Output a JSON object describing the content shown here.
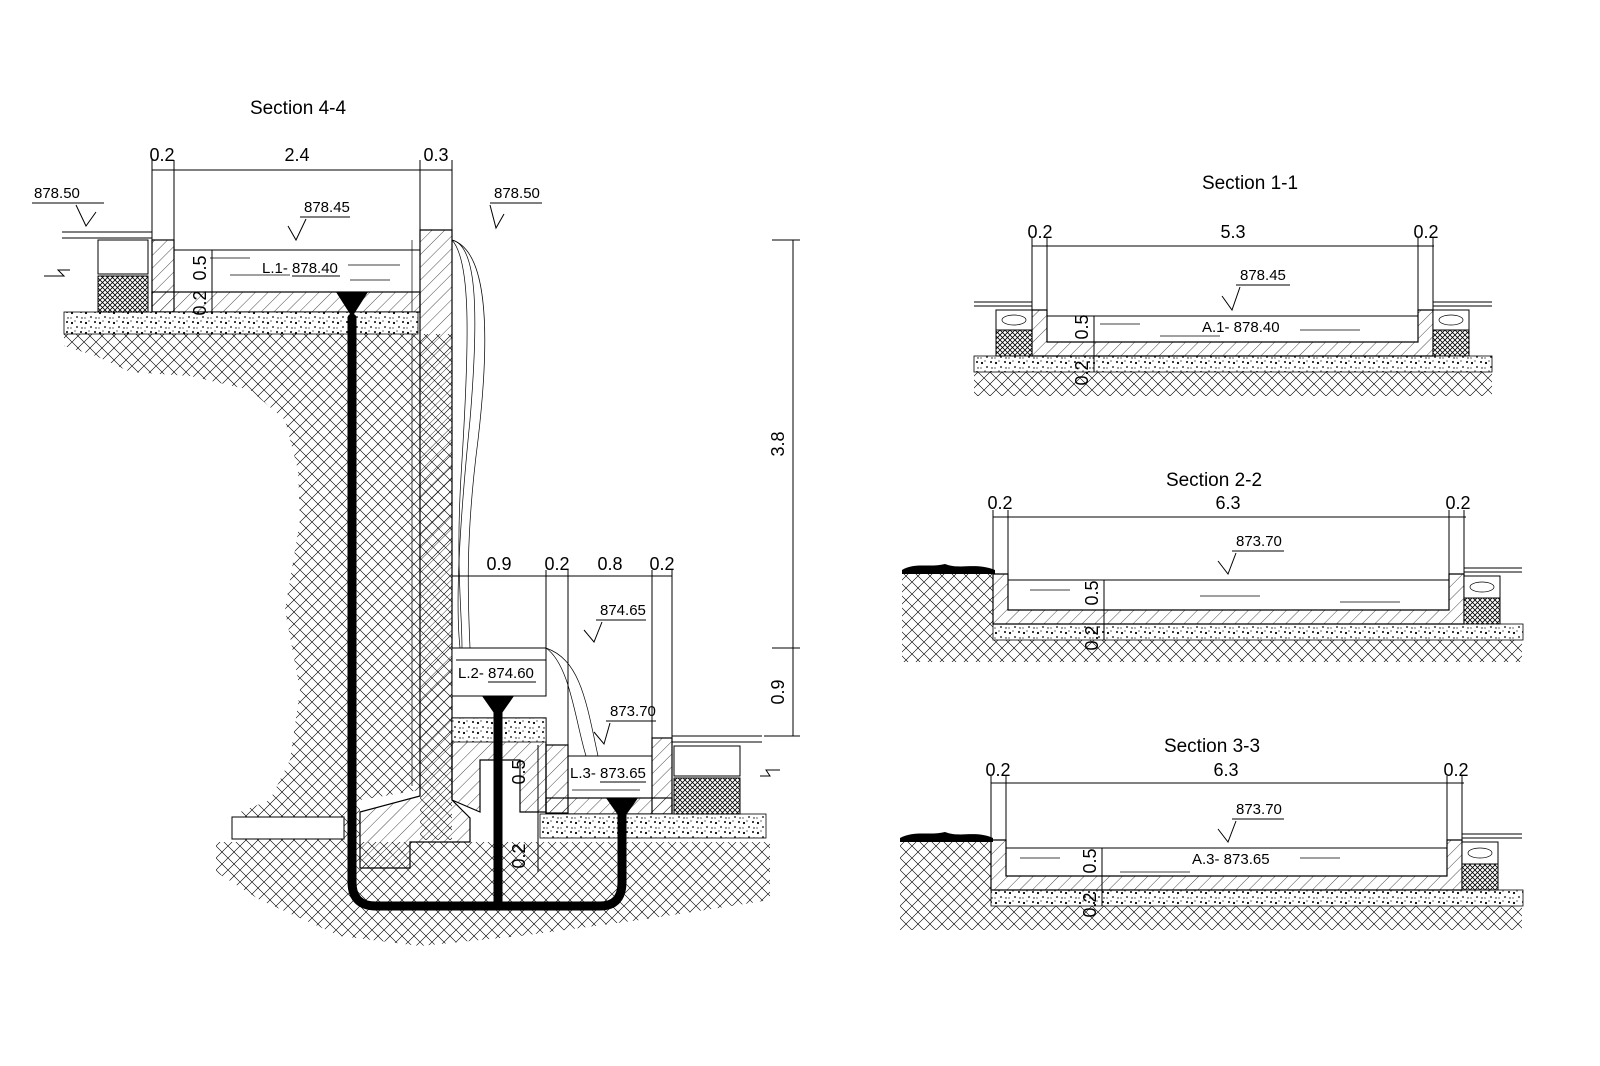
{
  "sections": {
    "s44": {
      "title": "Section 4-4",
      "dims_top": [
        "0.2",
        "2.4",
        "0.3"
      ],
      "dims_mid": [
        "0.9",
        "0.2",
        "0.8",
        "0.2"
      ],
      "dims_vert": [
        "3.8",
        "0.9"
      ],
      "dims_small": [
        "0.5",
        "0.2",
        "0.5",
        "0.2"
      ],
      "levels": {
        "ground_left": "878.50",
        "top_water": "878.45",
        "ground_right_top": "878.50",
        "pool_l1": "L.1- 878.40",
        "mid_level": "874.65",
        "pool_l2": "L.2- 874.60",
        "low_level": "873.70",
        "pool_l3": "L.3- 873.65"
      }
    },
    "s11": {
      "title": "Section 1-1",
      "dims": [
        "0.2",
        "5.3",
        "0.2"
      ],
      "dims_small": [
        "0.5",
        "0.2"
      ],
      "level": "878.45",
      "pool": "A.1- 878.40"
    },
    "s22": {
      "title": "Section 2-2",
      "dims": [
        "0.2",
        "6.3",
        "0.2"
      ],
      "dims_small": [
        "0.5",
        "0.2"
      ],
      "level": "873.70"
    },
    "s33": {
      "title": "Section 3-3",
      "dims": [
        "0.2",
        "6.3",
        "0.2"
      ],
      "dims_small": [
        "0.5",
        "0.2"
      ],
      "level": "873.70",
      "pool": "A.3- 873.65"
    }
  }
}
